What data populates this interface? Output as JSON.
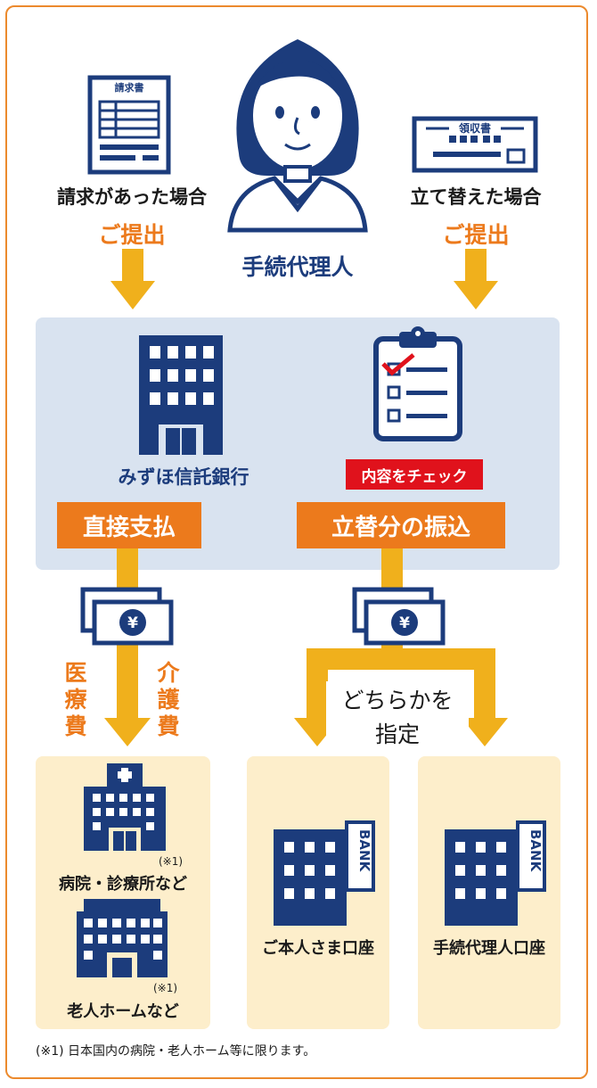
{
  "person": {
    "label": "手続代理人"
  },
  "left_flow": {
    "doc_title": "請求書",
    "caption": "請求があった場合",
    "action": "ご提出"
  },
  "right_flow": {
    "doc_title": "領収書",
    "caption": "立て替えた場合",
    "action": "ご提出"
  },
  "bank": {
    "name": "みずほ信託銀行",
    "check_badge": "内容をチェック"
  },
  "buttons": {
    "direct": "直接支払",
    "transfer": "立替分の振込"
  },
  "fees": {
    "medical": "医療費",
    "care": "介護費"
  },
  "choice": {
    "line1": "どちらかを",
    "line2": "指定"
  },
  "destinations": {
    "hospital": {
      "label": "病院・診療所など",
      "note": "(※1)"
    },
    "nursing": {
      "label": "老人ホームなど",
      "note": "(※1)"
    },
    "own_account": {
      "label": "ご本人さま口座",
      "bank_sign": "BANK"
    },
    "agent_account": {
      "label": "手続代理人口座",
      "bank_sign": "BANK"
    }
  },
  "footnote": "(※1) 日本国内の病院・老人ホーム等に限ります。",
  "colors": {
    "navy": "#1c3c7c",
    "orange": "#ec7a1c",
    "arrow": "#f0b01c",
    "panel": "#d9e3f0",
    "dest": "#fdeecb",
    "red": "#e0121c"
  }
}
